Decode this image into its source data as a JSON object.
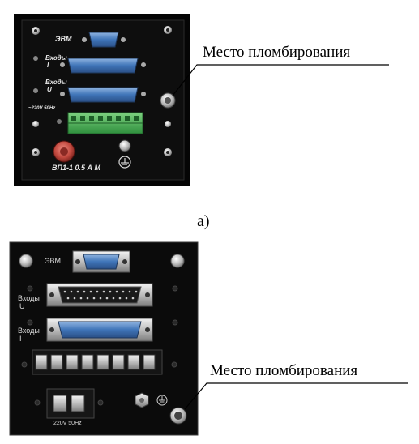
{
  "panel_a": {
    "connector_evm_label": "ЭВМ",
    "inputs_i_label": "Входы",
    "inputs_i_sub": "I",
    "inputs_u_label": "Входы",
    "inputs_u_sub": "U",
    "power_label": "~220V 50Hz",
    "fuse_label": "ВП1-1 0.5 А М"
  },
  "panel_b": {
    "connector_evm_label": "ЭВМ",
    "inputs_u_label": "Входы",
    "inputs_u_sub": "U",
    "inputs_i_label": "Входы",
    "inputs_i_sub": "I",
    "power_label": "220V 50Hz"
  },
  "callout_a": {
    "text": "Место пломбирования"
  },
  "callout_b": {
    "text": "Место пломбирования"
  },
  "caption_a": "а)",
  "colors": {
    "panel_bg": "#0b0b0b",
    "connector_blue": "#4a7fc0",
    "terminal_green": "#3aa14a",
    "fuse_red": "#b83a32"
  }
}
